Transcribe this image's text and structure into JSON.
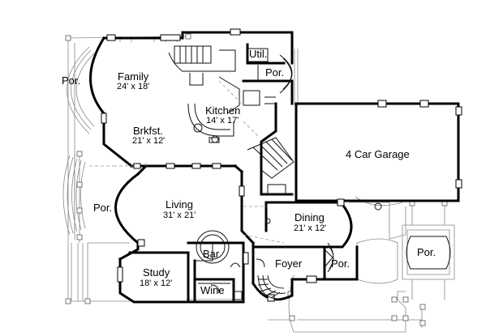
{
  "rooms": {
    "porch_left_top": {
      "name": "Por."
    },
    "family": {
      "name": "Family",
      "dims": "24' x 18'"
    },
    "utility": {
      "name": "Util."
    },
    "porch_util": {
      "name": "Por."
    },
    "kitchen": {
      "name": "Kitchen",
      "dims": "14' x 17'"
    },
    "breakfast": {
      "name": "Brkfst.",
      "dims": "21' x 12'"
    },
    "garage": {
      "name": "4 Car Garage"
    },
    "porch_left_mid": {
      "name": "Por."
    },
    "living": {
      "name": "Living",
      "dims": "31' x 21'"
    },
    "dining": {
      "name": "Dining",
      "dims": "21' x 12'"
    },
    "bar": {
      "name": "Bar"
    },
    "study": {
      "name": "Study",
      "dims": "18' x 12'"
    },
    "foyer": {
      "name": "Foyer"
    },
    "porch_entry": {
      "name": "Por."
    },
    "porte_cochere": {
      "name": "Por."
    },
    "wine": {
      "name": "Wine"
    }
  }
}
